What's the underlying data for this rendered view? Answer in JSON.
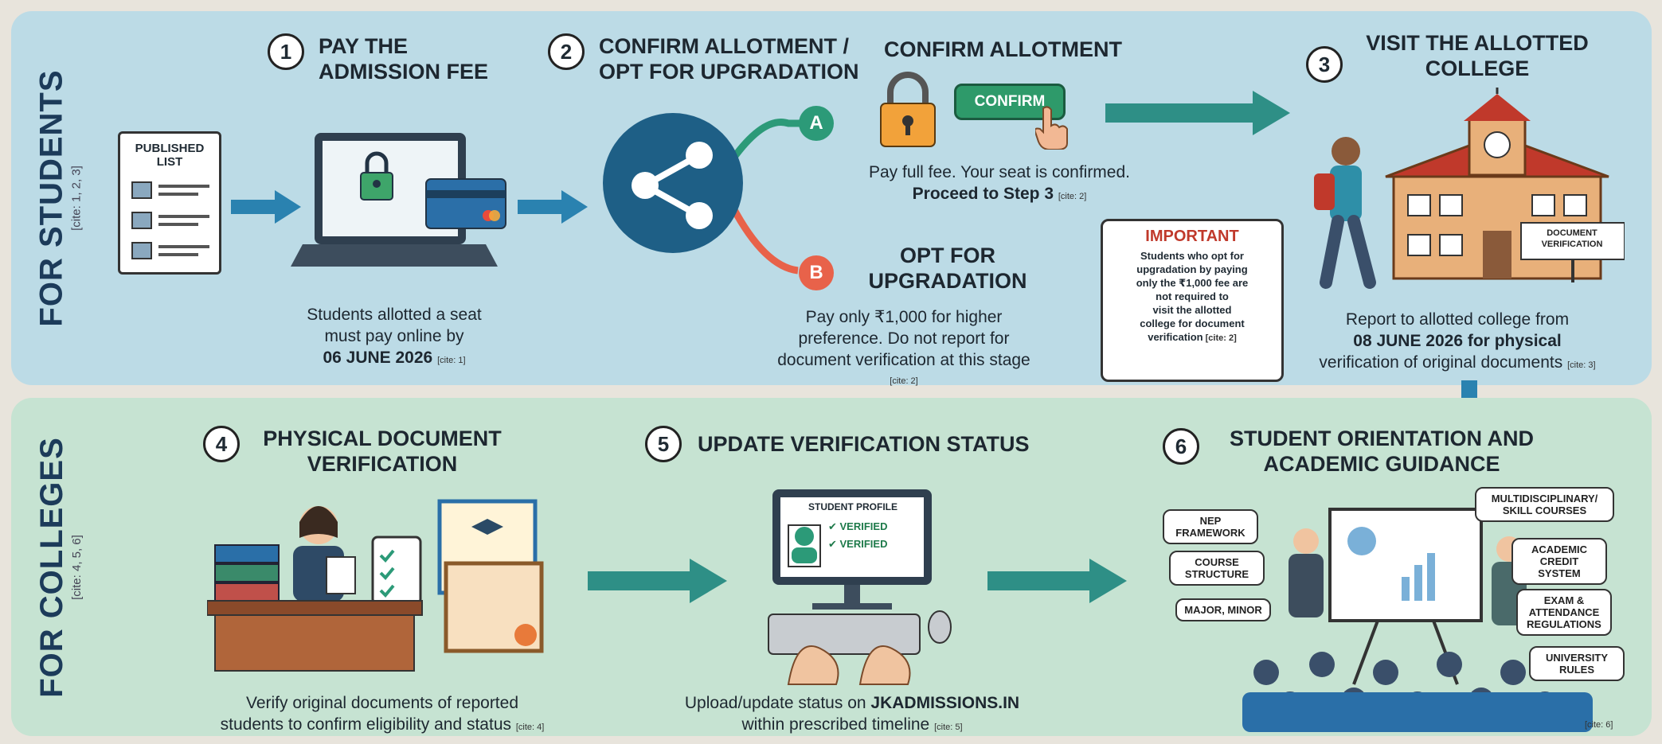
{
  "students": {
    "side_title": "FOR STUDENTS",
    "side_cite": "[cite: 1, 2, 3]",
    "published_list": [
      "PUBLISHED",
      "LIST"
    ],
    "step1": {
      "num": "1",
      "title_l1": "PAY THE",
      "title_l2": "ADMISSION FEE",
      "cap_l1": "Students allotted a seat",
      "cap_l2": "must pay online by",
      "cap_l3": "06 JUNE 2026",
      "cite": "[cite: 1]"
    },
    "step2": {
      "num": "2",
      "title_l1": "CONFIRM ALLOTMENT /",
      "title_l2": "OPT FOR UPGRADATION",
      "branch_a": "A",
      "branch_b": "B",
      "confirm_title": "CONFIRM ALLOTMENT",
      "confirm_button": "CONFIRM",
      "confirm_cap_l1": "Pay full fee. Your seat is confirmed.",
      "confirm_cap_l2": "Proceed to Step 3",
      "confirm_cite": "[cite: 2]",
      "opt_title_l1": "OPT FOR",
      "opt_title_l2": "UPGRADATION",
      "opt_cap_l1": "Pay only ₹1,000 for higher",
      "opt_cap_l2": "preference. Do not report for",
      "opt_cap_l3": "document verification at this stage",
      "opt_cite": "[cite: 2]"
    },
    "important": {
      "title": "IMPORTANT",
      "lines": [
        "Students who opt for",
        "upgradation by paying",
        "only the ₹1,000 fee are",
        "not required to",
        "visit the allotted",
        "college for document",
        "verification"
      ],
      "cite": "[cite: 2]"
    },
    "step3": {
      "num": "3",
      "title_l1": "VISIT THE ALLOTTED",
      "title_l2": "COLLEGE",
      "sign_l1": "DOCUMENT",
      "sign_l2": "VERIFICATION",
      "cap_l1": "Report to allotted college from",
      "cap_l2": "08 JUNE 2026 for physical",
      "cap_l3": "verification of original documents",
      "cite": "[cite: 3]"
    }
  },
  "colleges": {
    "side_title": "FOR COLLEGES",
    "side_cite": "[cite: 4, 5, 6]",
    "step4": {
      "num": "4",
      "title_l1": "PHYSICAL DOCUMENT",
      "title_l2": "VERIFICATION",
      "cap_l1": "Verify original documents of reported",
      "cap_l2": "students to confirm eligibility and status",
      "cite": "[cite: 4]"
    },
    "step5": {
      "num": "5",
      "title_l1": "UPDATE VERIFICATION STATUS",
      "profile_title": "STUDENT PROFILE",
      "verified_1": "VERIFIED",
      "verified_2": "VERIFIED",
      "cap_l1": "Upload/update status on",
      "cap_site": "JKADMISSIONS.IN",
      "cap_l2": "within prescribed timeline",
      "cite": "[cite: 5]"
    },
    "step6": {
      "num": "6",
      "title_l1": "STUDENT ORIENTATION AND",
      "title_l2": "ACADEMIC GUIDANCE",
      "bubbles_left": [
        "NEP FRAMEWORK",
        "COURSE STRUCTURE",
        "MAJOR, MINOR"
      ],
      "bubbles_right": [
        "MULTIDISCIPLINARY/ SKILL COURSES",
        "ACADEMIC CREDIT SYSTEM",
        "EXAM & ATTENDANCE REGULATIONS",
        "UNIVERSITY RULES"
      ],
      "cite": "[cite: 6]"
    }
  },
  "colors": {
    "arrow": "#2e8f86",
    "accent_blue": "#1e5f86",
    "branch_a": "#2c9a78",
    "branch_b": "#e8624a",
    "important": "#c0392b"
  }
}
